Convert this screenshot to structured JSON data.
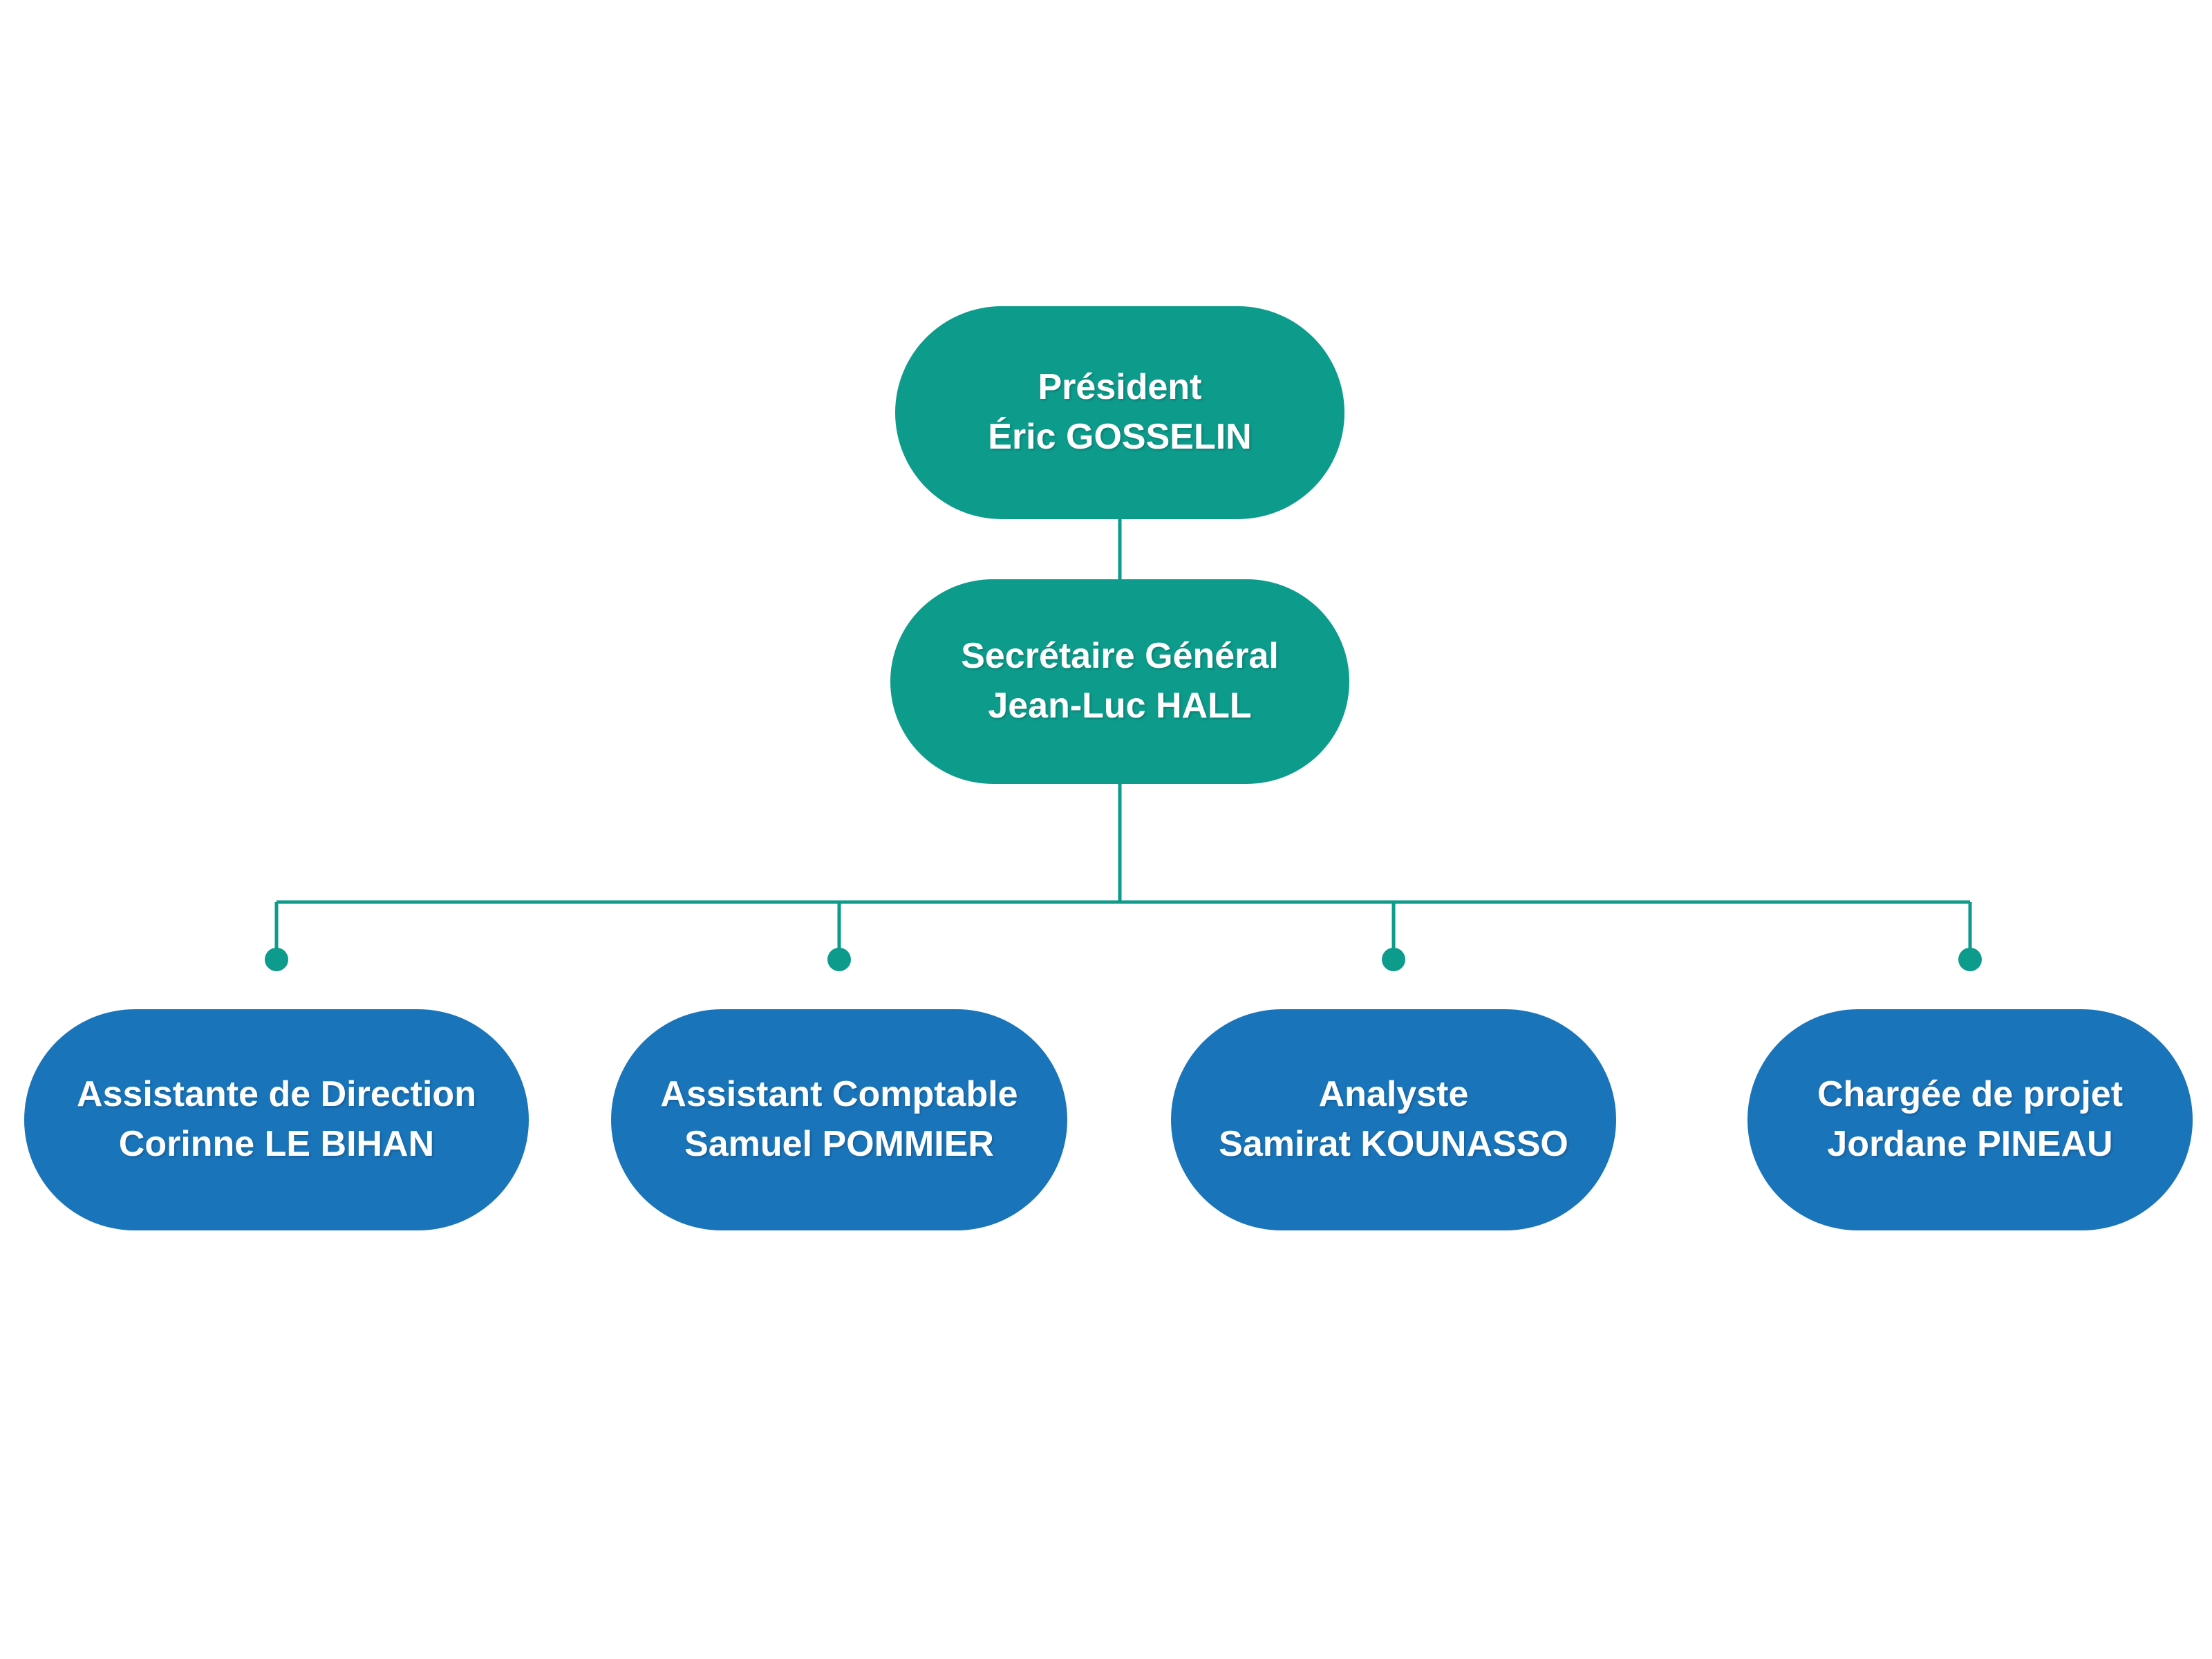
{
  "colors": {
    "teal": "#0d9b8b",
    "blue": "#1a74ba",
    "text": "#ffffff",
    "background": "#ffffff"
  },
  "nodes": {
    "president": {
      "title": "Président",
      "name": "Éric GOSSELIN"
    },
    "secretaire": {
      "title": "Secrétaire Général",
      "name": "Jean-Luc HALL"
    },
    "children": [
      {
        "title": "Assistante de Direction",
        "name": "Corinne LE BIHAN"
      },
      {
        "title": "Assistant Comptable",
        "name": "Samuel POMMIER"
      },
      {
        "title": "Analyste",
        "name": "Samirat KOUNASSO"
      },
      {
        "title": "Chargée de projet",
        "name": "Jordane PINEAU"
      }
    ]
  }
}
